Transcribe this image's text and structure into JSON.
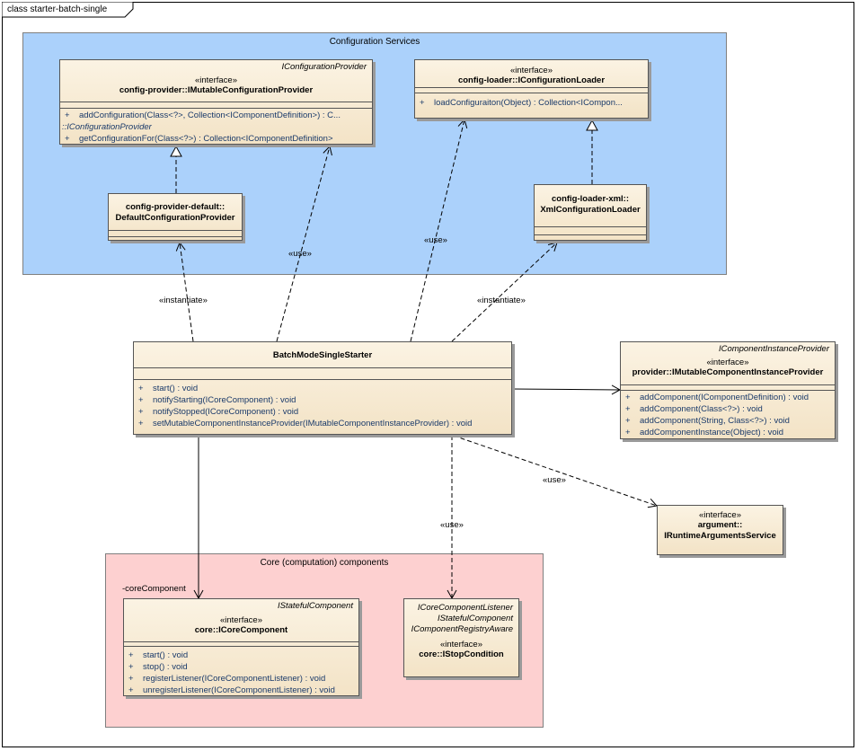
{
  "frame": {
    "title": "class starter-batch-single"
  },
  "packages": {
    "config": {
      "title": "Configuration Services"
    },
    "core": {
      "title": "Core (computation) components"
    }
  },
  "classes": {
    "mutable_config_provider": {
      "parents": "IConfigurationProvider",
      "stereotype": "«interface»",
      "name": "config-provider::IMutableConfigurationProvider",
      "ops": [
        {
          "vis": "+",
          "text": "addConfiguration(Class<?>, Collection<IComponentDefinition>) : C..."
        },
        {
          "vis": "",
          "text": "::IConfigurationProvider"
        },
        {
          "vis": "+",
          "text": "getConfigurationFor(Class<?>) : Collection<IComponentDefinition>"
        }
      ]
    },
    "config_loader": {
      "stereotype": "«interface»",
      "name": "config-loader::IConfigurationLoader",
      "ops": [
        {
          "vis": "+",
          "text": "loadConfiguraiton(Object) : Collection<ICompon..."
        }
      ]
    },
    "default_config_provider": {
      "name_line1": "config-provider-default::",
      "name_line2": "DefaultConfigurationProvider"
    },
    "xml_config_loader": {
      "name_line1": "config-loader-xml::",
      "name_line2": "XmlConfigurationLoader"
    },
    "batch_starter": {
      "name": "BatchModeSingleStarter",
      "ops": [
        {
          "vis": "+",
          "text": "start() : void"
        },
        {
          "vis": "+",
          "text": "notifyStarting(ICoreComponent) : void"
        },
        {
          "vis": "+",
          "text": "notifyStopped(ICoreComponent) : void"
        },
        {
          "vis": "+",
          "text": "setMutableComponentInstanceProvider(IMutableComponentInstanceProvider) : void"
        }
      ]
    },
    "mutable_instance_provider": {
      "parents": "IComponentInstanceProvider",
      "stereotype": "«interface»",
      "name": "provider::IMutableComponentInstanceProvider",
      "ops": [
        {
          "vis": "+",
          "text": "addComponent(IComponentDefinition) : void"
        },
        {
          "vis": "+",
          "text": "addComponent(Class<?>) : void"
        },
        {
          "vis": "+",
          "text": "addComponent(String, Class<?>) : void"
        },
        {
          "vis": "+",
          "text": "addComponentInstance(Object) : void"
        }
      ]
    },
    "runtime_args": {
      "stereotype": "«interface»",
      "name_line1": "argument::",
      "name_line2": "IRuntimeArgumentsService"
    },
    "core_component": {
      "parents": "IStatefulComponent",
      "stereotype": "«interface»",
      "name": "core::ICoreComponent",
      "ops": [
        {
          "vis": "+",
          "text": "start() : void"
        },
        {
          "vis": "+",
          "text": "stop() : void"
        },
        {
          "vis": "+",
          "text": "registerListener(ICoreComponentListener) : void"
        },
        {
          "vis": "+",
          "text": "unregisterListener(ICoreComponentListener) : void"
        }
      ]
    },
    "stop_condition": {
      "parents": [
        "ICoreComponentListener",
        "IStatefulComponent",
        "IComponentRegistryAware"
      ],
      "stereotype": "«interface»",
      "name": "core::IStopCondition"
    }
  },
  "edge_labels": {
    "instantiate_default": "«instantiate»",
    "use_provider": "«use»",
    "use_loader": "«use»",
    "instantiate_xml": "«instantiate»",
    "use_runtime": "«use»",
    "use_stop": "«use»",
    "core_component_role": "-coreComponent"
  },
  "colors": {
    "config_package": "#abd1fb",
    "core_package": "#fdd0d0",
    "class_fill_top": "#fbf3e3",
    "class_fill_bottom": "#f3e3c6"
  }
}
